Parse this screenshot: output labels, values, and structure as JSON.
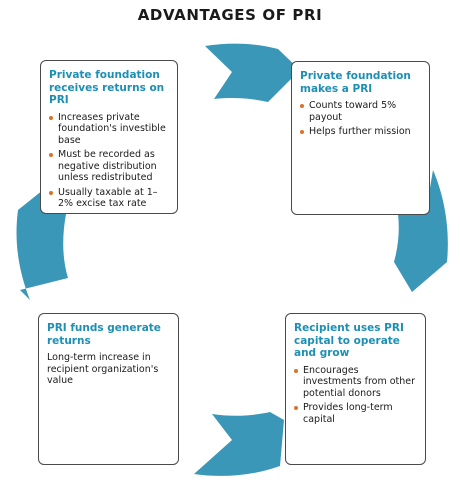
{
  "title": "ADVANTAGES OF PRI",
  "colors": {
    "ring": "#3a97b7",
    "heading": "#1d8fb4",
    "bullet": "#d8732b",
    "border": "#4a4a4a"
  },
  "boxes": {
    "top_left": {
      "title": "Private foundation receives returns on PRI",
      "bullets": [
        "Increases private foundation's investible base",
        "Must be recorded as negative distribution unless redistributed",
        "Usually taxable at 1–2% excise tax rate"
      ]
    },
    "top_right": {
      "title": "Private foundation makes a PRI",
      "bullets": [
        "Counts toward 5% payout",
        "Helps further mission"
      ]
    },
    "bottom_left": {
      "title": "PRI funds generate returns",
      "text": "Long-term increase in recipient organization's value"
    },
    "bottom_right": {
      "title": "Recipient uses PRI capital to operate and grow",
      "bullets": [
        "Encourages investments from other potential donors",
        "Provides long-term capital"
      ]
    }
  }
}
